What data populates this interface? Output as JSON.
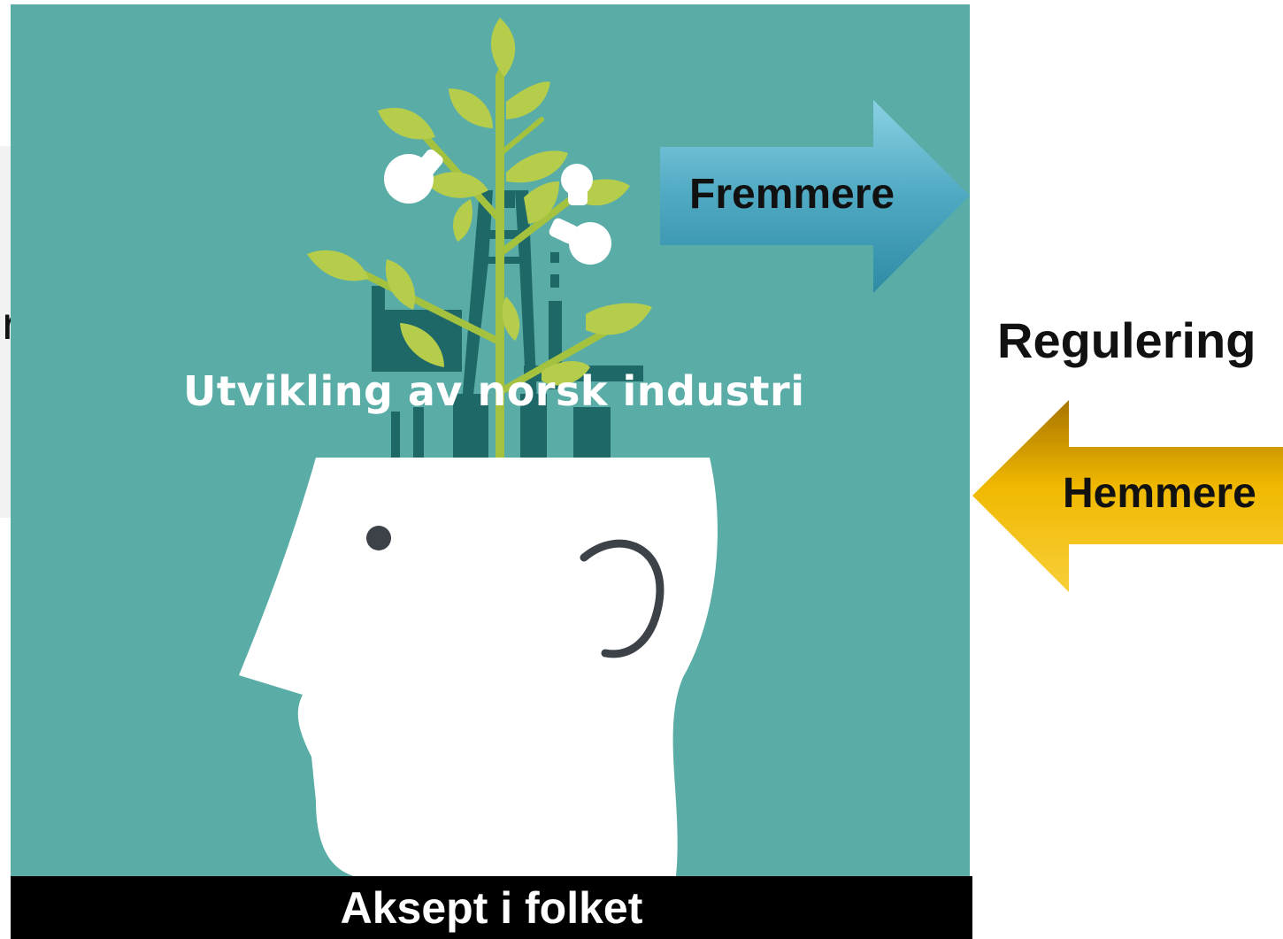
{
  "diagram": {
    "center_title": "Utvikling av norsk industri",
    "footer": "Aksept i folket",
    "side_label": "Regulering",
    "arrows": [
      {
        "label": "Fremmere",
        "direction": "right",
        "color_top": "#8ad1e3",
        "color_bottom": "#2f8aa4"
      },
      {
        "label": "Hemmere",
        "direction": "left",
        "color_top": "#b77f00",
        "color_bottom": "#f7cc33"
      }
    ]
  },
  "colors": {
    "scene_background": "#5aada7",
    "head": "#ffffff",
    "factory": "#1f6868",
    "leaf": "#b5cd4a",
    "stem": "#a5c23e",
    "bulb": "#ffffff",
    "footer_background": "#000000"
  },
  "icons": [
    "head-silhouette-icon",
    "plant-icon",
    "light-bulb-icon",
    "factory-icon"
  ]
}
